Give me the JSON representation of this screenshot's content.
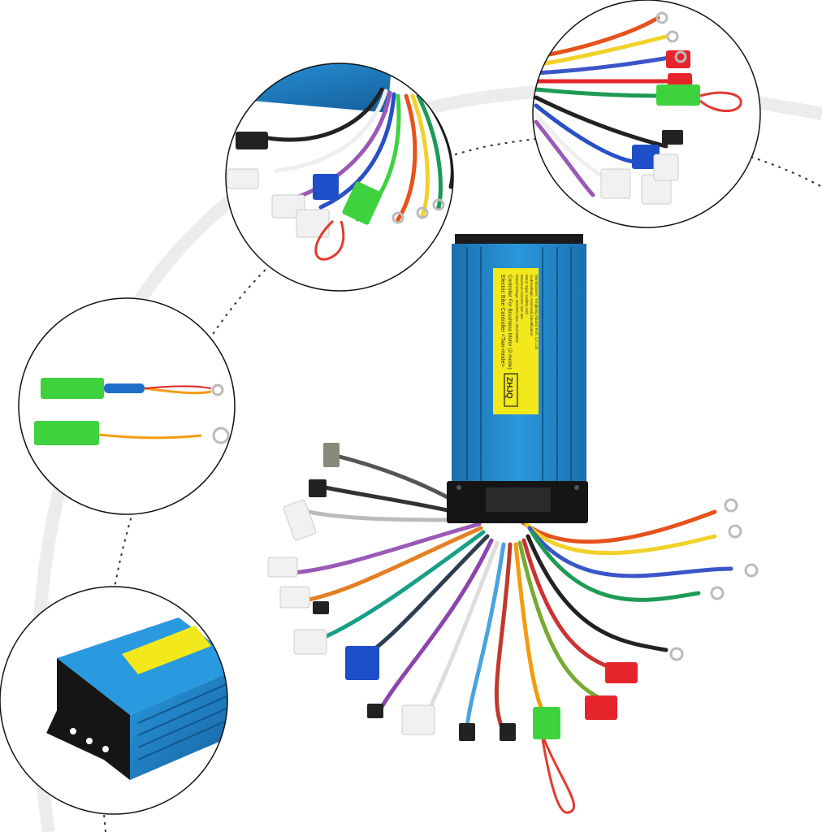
{
  "product": {
    "brand_mark": "ZHJQ",
    "label_title": "Electric Bike Controller <Two-mode>",
    "label_subtitle": "Controller For Brushless Motor (2-mode)",
    "label_lines": [
      "Rated Voltage: 36V/48V  Max: 48V/1500W",
      "Maximum Current: 34A  40A",
      "Motor Type: Hall/No Hall",
      "Undervoltage: Automatic identification",
      "Manufacturer: Yongkang Xiaotai Tech. Co.,Ltd"
    ]
  },
  "colors": {
    "housing_blue": "#1f86c8",
    "housing_dark": "#15609a",
    "label_yellow": "#f3e81c",
    "connector_green": "#3fd23f",
    "connector_red": "#e5242b",
    "connector_blue": "#1e4fc8",
    "connector_white": "#f1f1f1",
    "loop_red": "#e33a2f",
    "arc_gray": "#e9e9e9"
  },
  "icons": [
    "controller-box",
    "wire-harness",
    "ring-terminal",
    "green-connector",
    "red-connector",
    "blue-connector",
    "white-connector",
    "black-connector",
    "wire-loop"
  ]
}
